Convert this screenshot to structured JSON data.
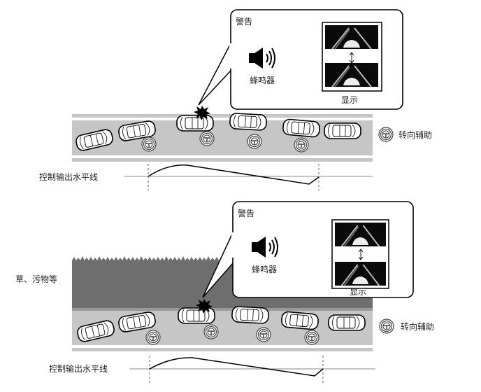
{
  "panels": [
    {
      "callout": {
        "title": "警告",
        "buzzer_label": "蜂鸣器",
        "display_label": "显示"
      },
      "legend": {
        "icon": "steering-wheel-icon",
        "label": "转向辅助"
      },
      "control_line_label": "控制输出水平线"
    },
    {
      "side_label": "草、污物等",
      "callout": {
        "title": "警告",
        "buzzer_label": "蜂鸣器",
        "display_label": "显示"
      },
      "legend": {
        "icon": "steering-wheel-icon",
        "label": "转向辅助"
      },
      "control_line_label": "控制输出水平线"
    }
  ],
  "colors": {
    "road": "#c6c6c6",
    "grass": "#6e6e6e",
    "stripe": "#bdbdbd",
    "line": "#000000"
  }
}
